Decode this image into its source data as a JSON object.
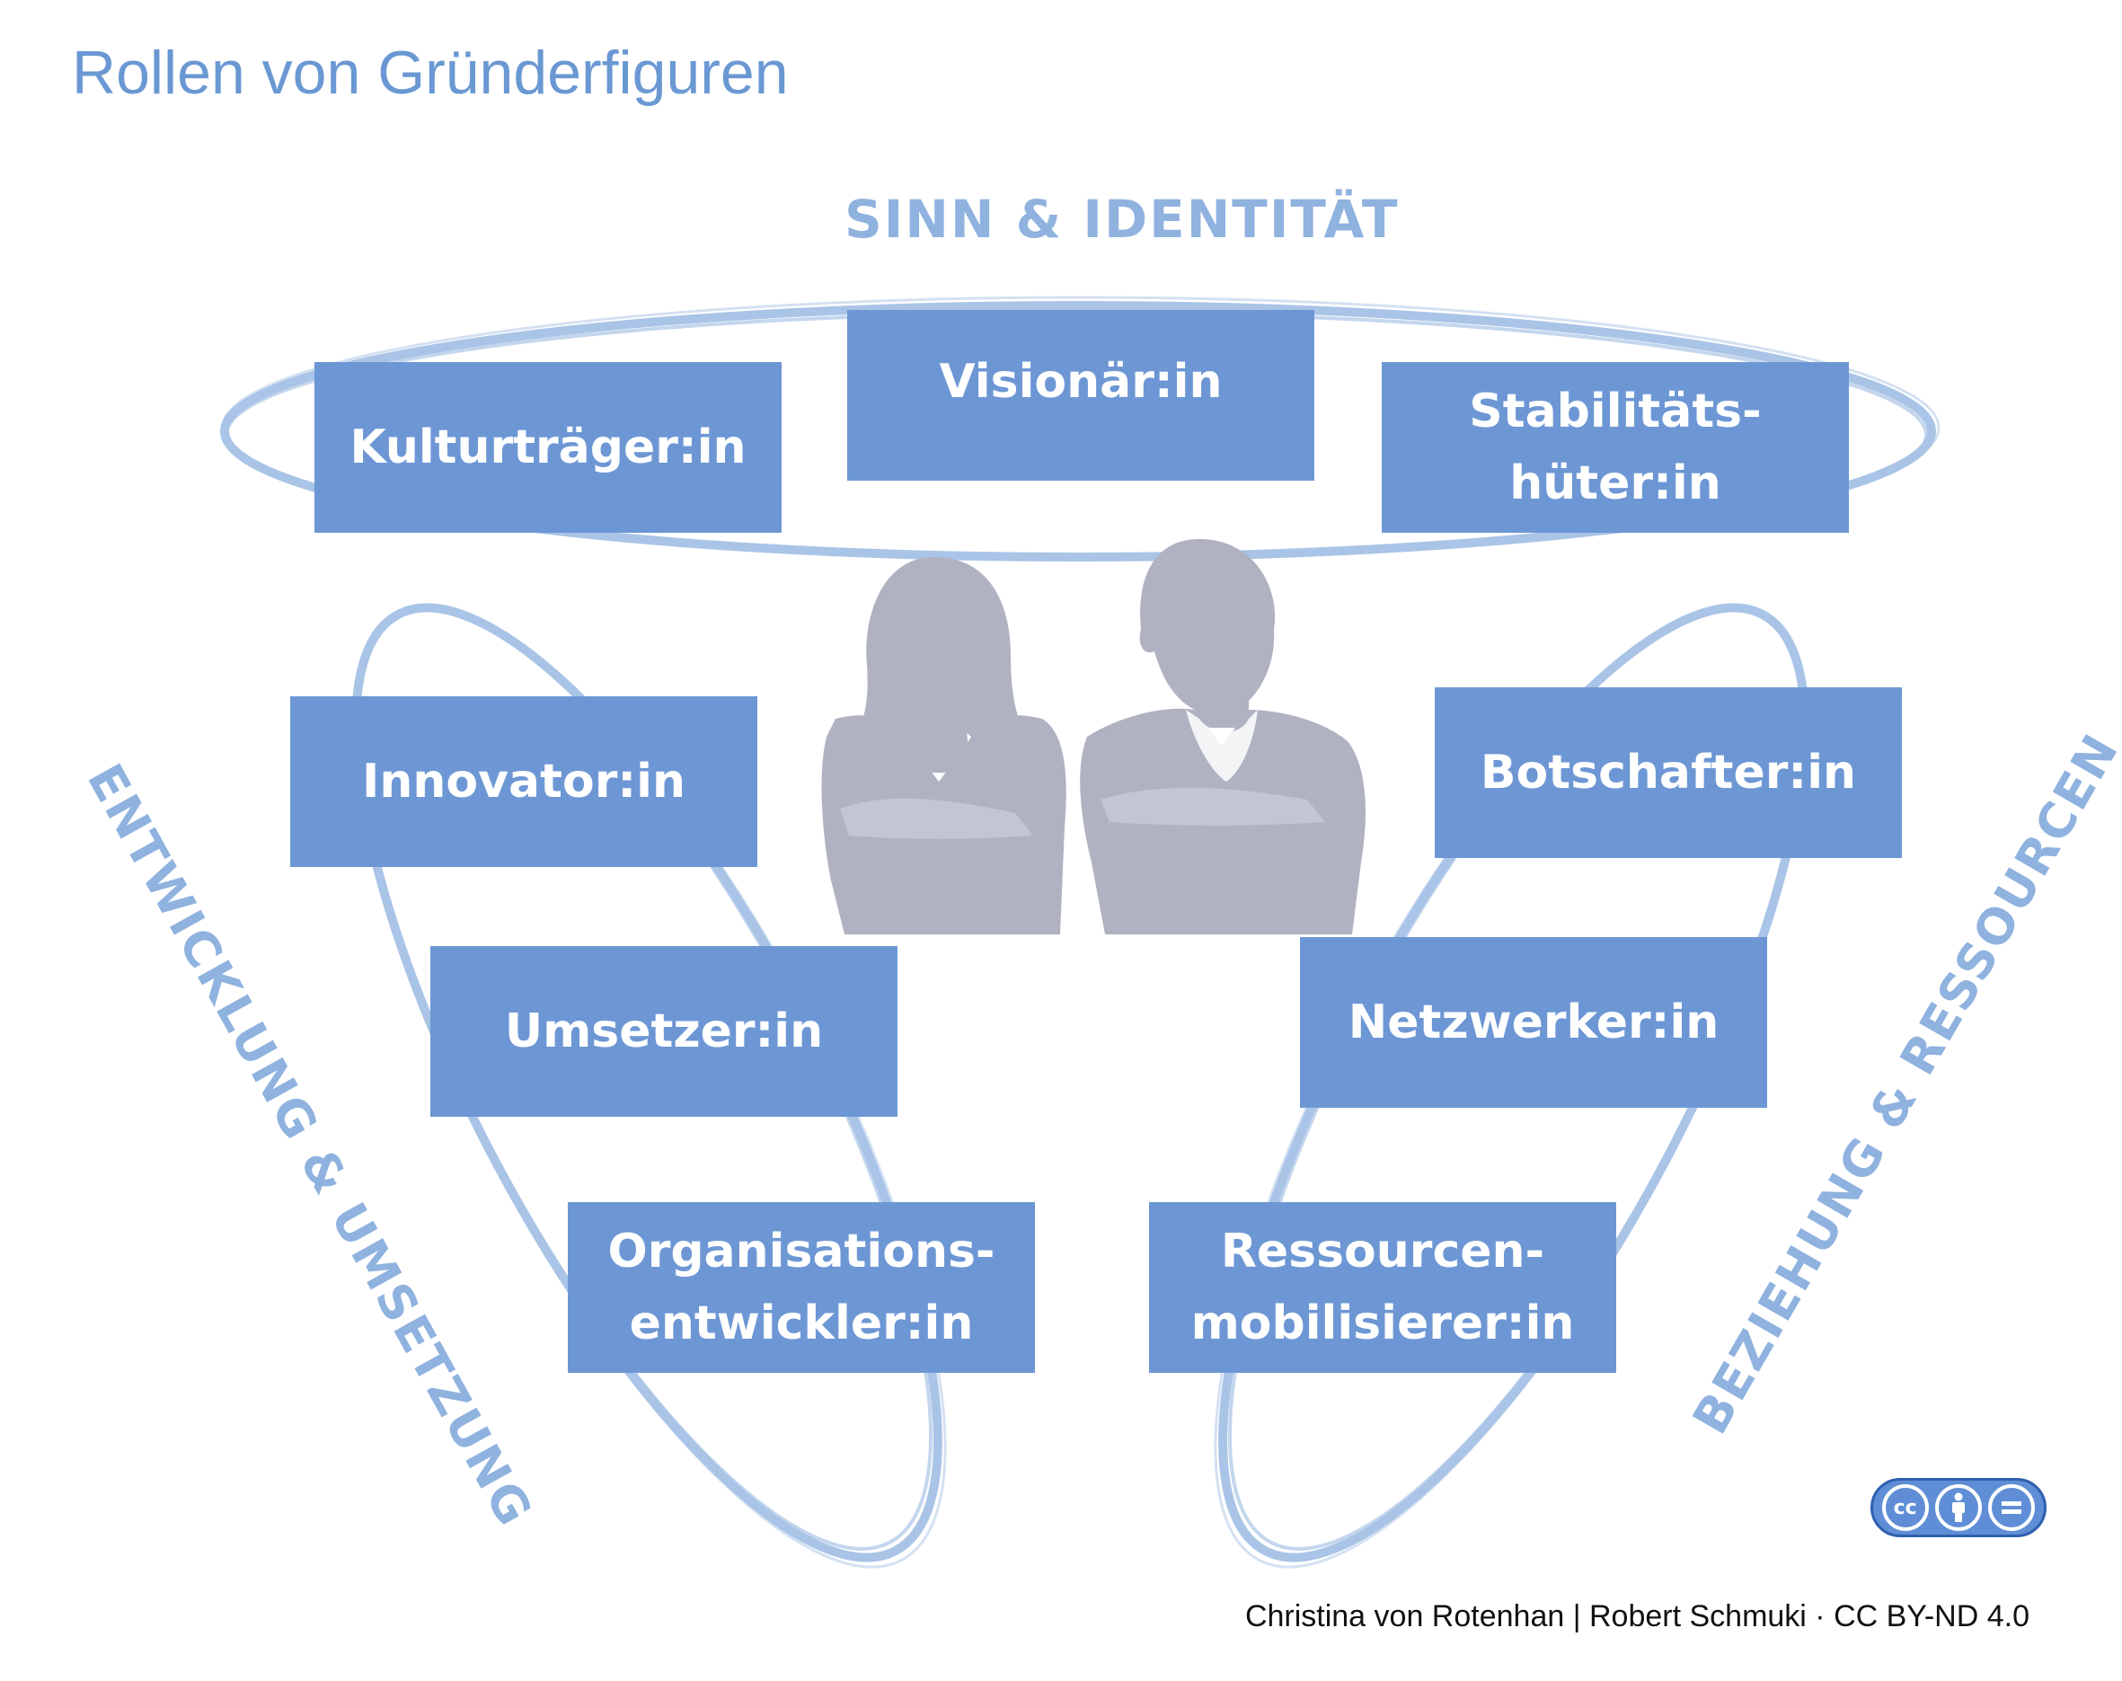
{
  "title": "Rollen von Gründerfiguren",
  "groups": {
    "top": "SINN & IDENTITÄT",
    "left": "ENTWICKLUNG & UMSETZUNG",
    "right": "BEZIEHUNG & RESSOURCEN"
  },
  "roles": {
    "kultur": "Kulturträger:in",
    "vision": "Visionär:in",
    "stabil": "Stabilitäts-\nhüter:in",
    "innov": "Innovator:in",
    "botsch": "Botschafter:in",
    "umsetz": "Umsetzer:in",
    "netzw": "Netzwerker:in",
    "orga": "Organisations-\nentwickler:in",
    "ressour": "Ressourcen-\nmobilisierer:in"
  },
  "license_badge": {
    "cc": "cc",
    "icons": [
      "cc-icon",
      "by-icon",
      "nd-icon"
    ]
  },
  "credit": "Christina von Rotenhan | Robert Schmuki · CC BY-ND 4.0",
  "colors": {
    "box": "#6d97d4",
    "title": "#6a98d3",
    "ring": "#a9c4e6",
    "label": "#8fb2df",
    "silhouette": "#b0b2c2"
  }
}
